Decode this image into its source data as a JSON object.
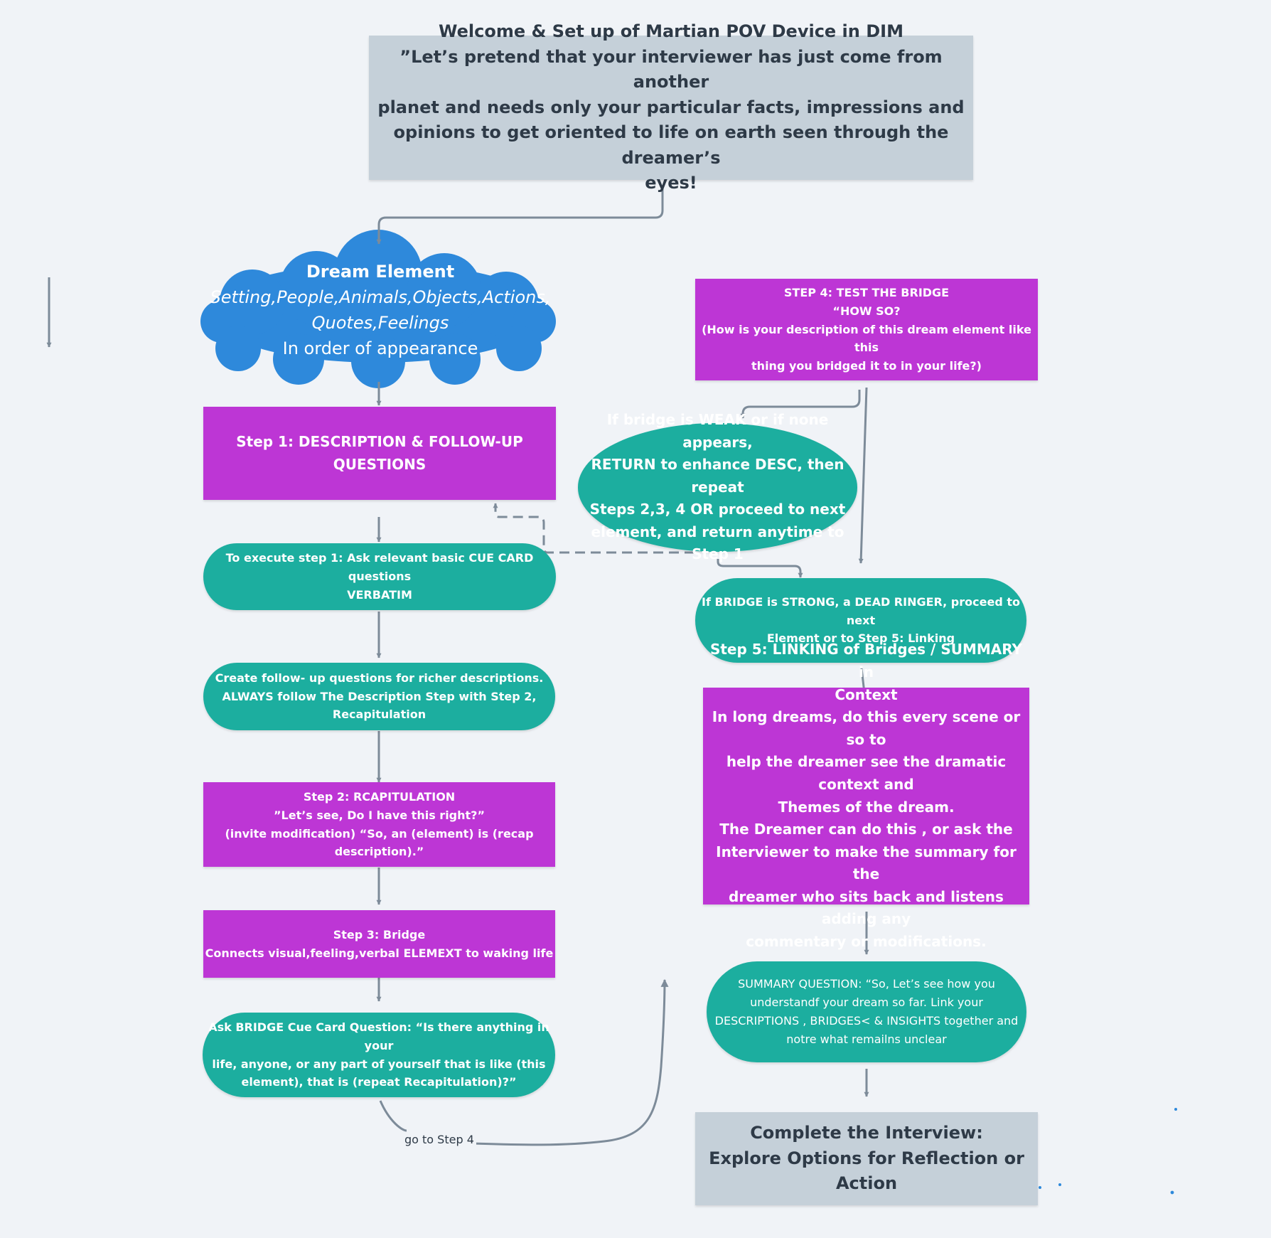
{
  "diagram": {
    "welcome": {
      "title": "Welcome & Set up of Martian POV Device in DIM",
      "lines": [
        "”Let’s pretend that your interviewer has just come from another",
        "planet and needs only your particular facts, impressions and",
        "opinions to get oriented to life on earth seen through the dreamer’s",
        "eyes!"
      ]
    },
    "dream_element": {
      "title": "Dream Element",
      "subtitle_lines": [
        "Setting,People,Animals,Objects,Actions,",
        "Quotes,Feelings"
      ],
      "footer": "In order of appearance"
    },
    "step1": {
      "label": "Step 1: DESCRIPTION & FOLLOW-UP QUESTIONS"
    },
    "execute_step1": {
      "lines": [
        "To execute step 1: Ask relevant  basic CUE CARD questions",
        "VERBATIM"
      ]
    },
    "follow_up": {
      "lines": [
        "Create follow- up questions for richer descriptions.",
        "ALWAYS follow  The Description Step with Step 2,",
        "Recapitulation"
      ]
    },
    "step2": {
      "lines": [
        "Step 2: RCAPITULATION",
        "”Let’s see, Do I have this right?”",
        "(invite modification) “So, an (element) is (recap",
        "description).”"
      ]
    },
    "step3": {
      "lines": [
        "Step 3: Bridge",
        "Connects visual,feeling,verbal ELEMEXT to waking life"
      ]
    },
    "bridge_question": {
      "lines": [
        "Ask BRIDGE Cue Card Question: “Is there anything in your",
        "life, anyone, or any part of yourself  that is like (this",
        "element), that is (repeat Recapitulation)?”"
      ]
    },
    "step4": {
      "lines": [
        "STEP 4: TEST THE BRIDGE",
        "“HOW SO?",
        "(How is your description of this dream element like this",
        "thing you bridged it to in your life?)"
      ]
    },
    "weak_bridge": {
      "lines": [
        "If bridge is WEAK or if none appears,",
        "RETURN to enhance DESC,  then repeat",
        "Steps 2,3, 4 OR proceed to next",
        "element, and return anytime to Step 1"
      ]
    },
    "strong_bridge": {
      "lines": [
        "If BRIDGE is STRONG, a DEAD  RINGER, proceed to next",
        "Element or to Step 5: Linking"
      ]
    },
    "step5": {
      "lines": [
        "Step 5: LINKING of Bridges / SUMMARY in",
        "Context",
        "In long dreams, do this every scene or so to",
        "help the dreamer see the dramatic context and",
        "Themes of the dream.",
        "The Dreamer can do this , or ask the",
        "Interviewer to make the summary for the",
        "dreamer who sits back and listens adding any",
        "commentary or modifications."
      ]
    },
    "summary_question": {
      "lines": [
        "SUMMARY QUESTION: “So, Let’s see how you",
        "understandf your dream so far. Link your",
        "DESCRIPTIONS , BRIDGES< & INSIGHTS together  and",
        "notre what remailns unclear"
      ]
    },
    "complete": {
      "lines": [
        "Complete the Interview:",
        "Explore Options for Reflection or",
        "Action"
      ]
    },
    "edge_label": "go to Step 4"
  },
  "colors": {
    "background": "#f0f3f7",
    "gray_box": "#c5d0d9",
    "purple_box": "#bd36d5",
    "teal_box": "#1cae9f",
    "cloud": "#2e89db",
    "connector": "#7d8b99"
  }
}
